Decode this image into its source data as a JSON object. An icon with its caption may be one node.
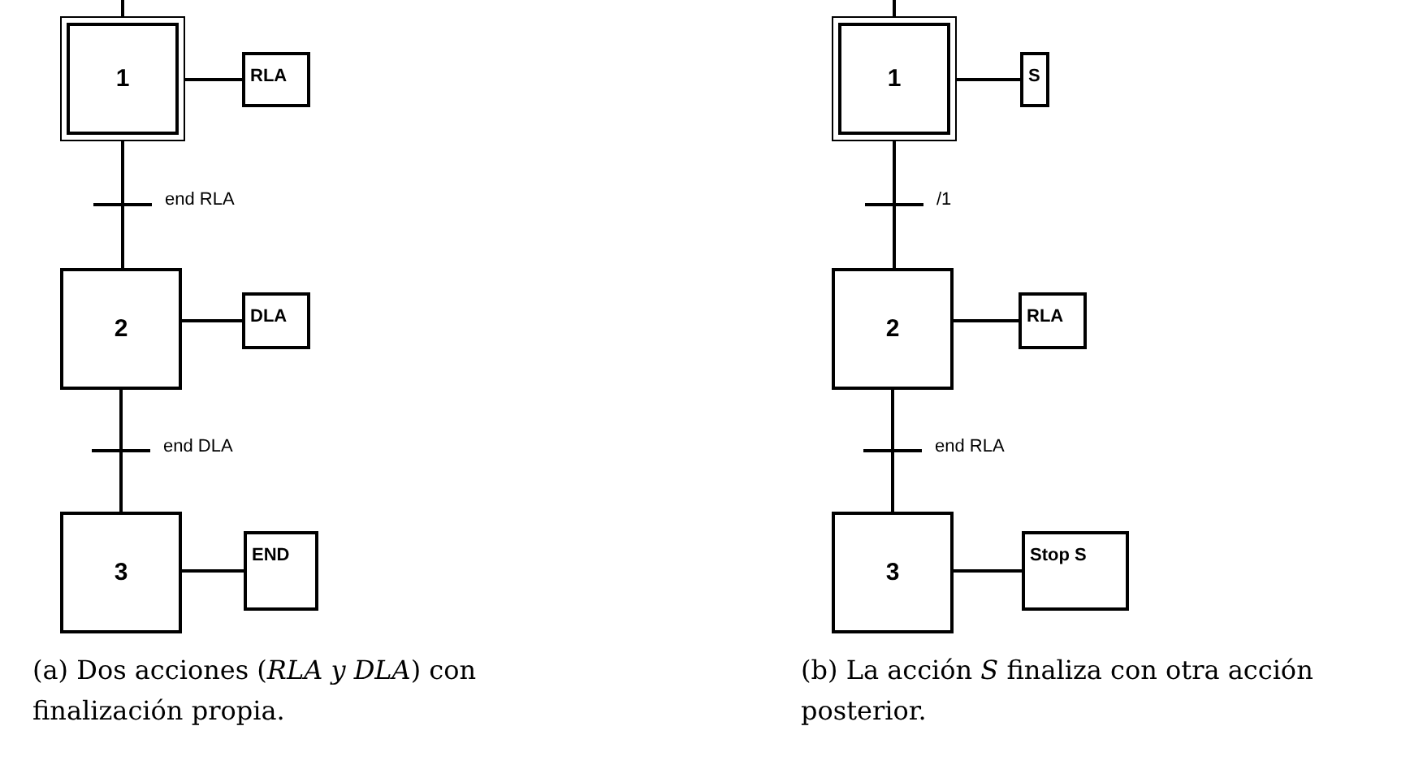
{
  "diagram": {
    "nodes": [
      {
        "text": [
          "1"
        ]
      },
      {
        "text": [
          "RLA"
        ]
      },
      {
        "text": [
          "2"
        ]
      },
      {
        "text": [
          "DLA"
        ]
      },
      {
        "text": [
          "3"
        ]
      },
      {
        "text": [
          "END"
        ]
      },
      {
        "text": [
          "1"
        ]
      },
      {
        "text": [
          "S"
        ]
      },
      {
        "text": [
          "2"
        ]
      },
      {
        "text": [
          "RLA"
        ]
      },
      {
        "text": [
          "3"
        ]
      },
      {
        "text": [
          "Stop S"
        ]
      }
    ],
    "edges": [
      {
        "from": null,
        "to": 0,
        "arrow": "none"
      },
      {
        "from": 0,
        "to": 1,
        "arrow": "none"
      },
      {
        "from": 0,
        "to": 2,
        "arrow": "none",
        "label": "end RLA"
      },
      {
        "from": 2,
        "to": 3,
        "arrow": "none"
      },
      {
        "from": 2,
        "to": 4,
        "arrow": "none",
        "label": "end DLA"
      },
      {
        "from": 4,
        "to": 5,
        "arrow": "none"
      },
      {
        "from": null,
        "to": 6,
        "arrow": "none"
      },
      {
        "from": 6,
        "to": 7,
        "arrow": "none"
      },
      {
        "from": 6,
        "to": 8,
        "arrow": "none",
        "label": "/1"
      },
      {
        "from": 8,
        "to": 9,
        "arrow": "none"
      },
      {
        "from": 8,
        "to": 10,
        "arrow": "none",
        "label": "end RLA"
      },
      {
        "from": 10,
        "to": 11,
        "arrow": "none"
      }
    ],
    "labels": [
      "(a) Dos acciones (*RLA y DLA*) con finalización propia.",
      "(b) La acción *S* finaliza con otra acción posterior."
    ]
  }
}
